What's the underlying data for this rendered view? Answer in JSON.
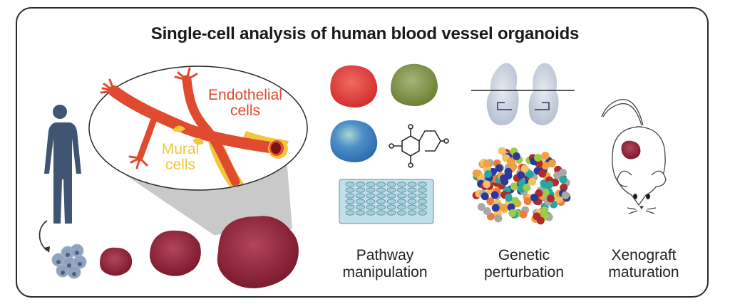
{
  "title": "Single-cell analysis of human blood vessel organoids",
  "zoom_labels": {
    "endothelial": [
      "Endothelial",
      "cells"
    ],
    "mural": [
      "Mural",
      "cells"
    ]
  },
  "sections": [
    {
      "id": "pathway",
      "label_lines": [
        "Pathway",
        "manipulation"
      ]
    },
    {
      "id": "genetic",
      "label_lines": [
        "Genetic",
        "perturbation"
      ]
    },
    {
      "id": "xenograft",
      "label_lines": [
        "Xenograft",
        "maturation"
      ]
    }
  ],
  "colors": {
    "human": "#3f5573",
    "endothelial": "#e04a2e",
    "mural": "#f2c53d",
    "organoid": "#8b2035",
    "stem_cells": "#8fa3bf",
    "red_organoid": "#d93a3a",
    "green_organoid": "#7a8f3a",
    "blue_organoid": "#3e7fc1",
    "plate": "#bfe0ea",
    "embryo": "#c5cdda"
  },
  "icons": [
    "human-silhouette-icon",
    "stem-cell-cluster-icon",
    "organoid-icon",
    "molecule-icon",
    "well-plate-icon",
    "crispr-icon",
    "single-cell-cluster-icon",
    "mouse-icon"
  ]
}
